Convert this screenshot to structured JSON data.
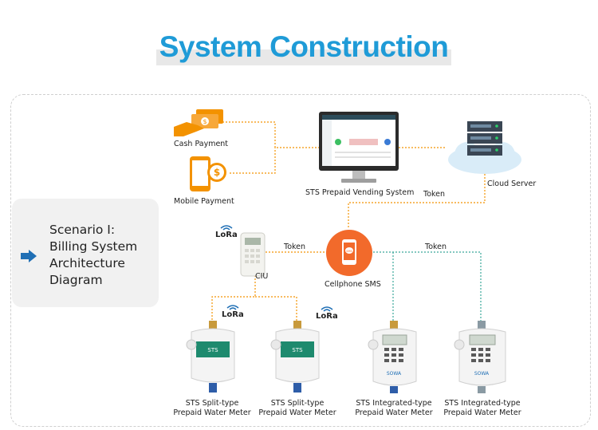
{
  "header": {
    "title": "System Construction"
  },
  "scenario": {
    "line1": "Scenario I:",
    "line2": "Billing System",
    "line3": "Architecture",
    "line4": "Diagram"
  },
  "nodes": {
    "cash_payment": "Cash Payment",
    "mobile_payment": "Mobile Payment",
    "vending_system": "STS Prepaid Vending System",
    "cloud_server": "Cloud Server",
    "ciu": "CIU",
    "cellphone_sms": "Cellphone SMS"
  },
  "edges": {
    "token_server": "Token",
    "token_ciu": "Token",
    "token_meters": "Token"
  },
  "lora": {
    "label": "LoRa"
  },
  "meters": [
    {
      "line1": "STS Split-type",
      "line2": "Prepaid Water Meter",
      "face": "STS"
    },
    {
      "line1": "STS Split-type",
      "line2": "Prepaid Water Meter",
      "face": "STS"
    },
    {
      "line1": "STS Integrated-type",
      "line2": "Prepaid Water Meter",
      "brand": "SOWA"
    },
    {
      "line1": "STS Integrated-type",
      "line2": "Prepaid Water Meter",
      "brand": "SOWA"
    }
  ],
  "colors": {
    "title": "#1f9bd7",
    "orange": "#f39200",
    "teal": "#3aa89a",
    "accent_arrow": "#1f6fb5"
  }
}
